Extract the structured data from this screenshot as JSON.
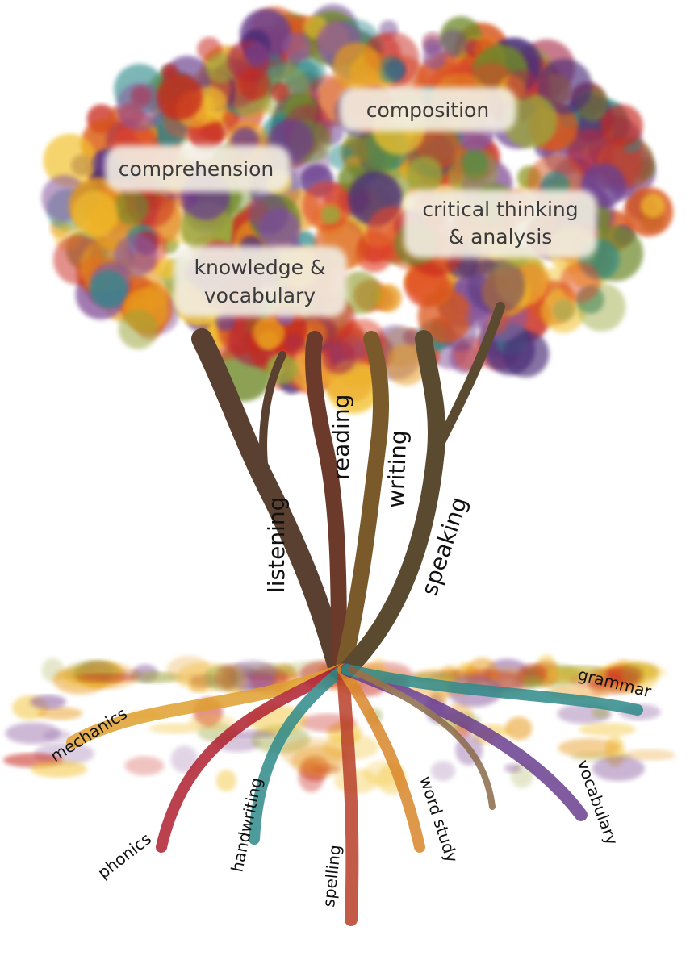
{
  "title": "Literacy tree",
  "canopy_labels": {
    "composition": "composition",
    "comprehension": "comprehension",
    "critical_line1": "critical thinking",
    "critical_line2": "& analysis",
    "knowledge_line1": "knowledge &",
    "knowledge_line2": "vocabulary"
  },
  "branch_labels": {
    "listening": "listening",
    "reading": "reading",
    "writing": "writing",
    "speaking": "speaking"
  },
  "root_labels": {
    "mechanics": "mechanics",
    "phonics": "phonics",
    "handwriting": "handwriting",
    "spelling": "spelling",
    "word_study": "word study",
    "vocabulary": "vocabulary",
    "grammar": "grammar"
  },
  "palette": [
    "#c8261e",
    "#e0452a",
    "#6b3f8f",
    "#4b2f78",
    "#e89a1e",
    "#f2c12e",
    "#9aa43a",
    "#6f8a2a",
    "#d9571f",
    "#a82a4a",
    "#2f8a8a",
    "#8a5a9e"
  ]
}
